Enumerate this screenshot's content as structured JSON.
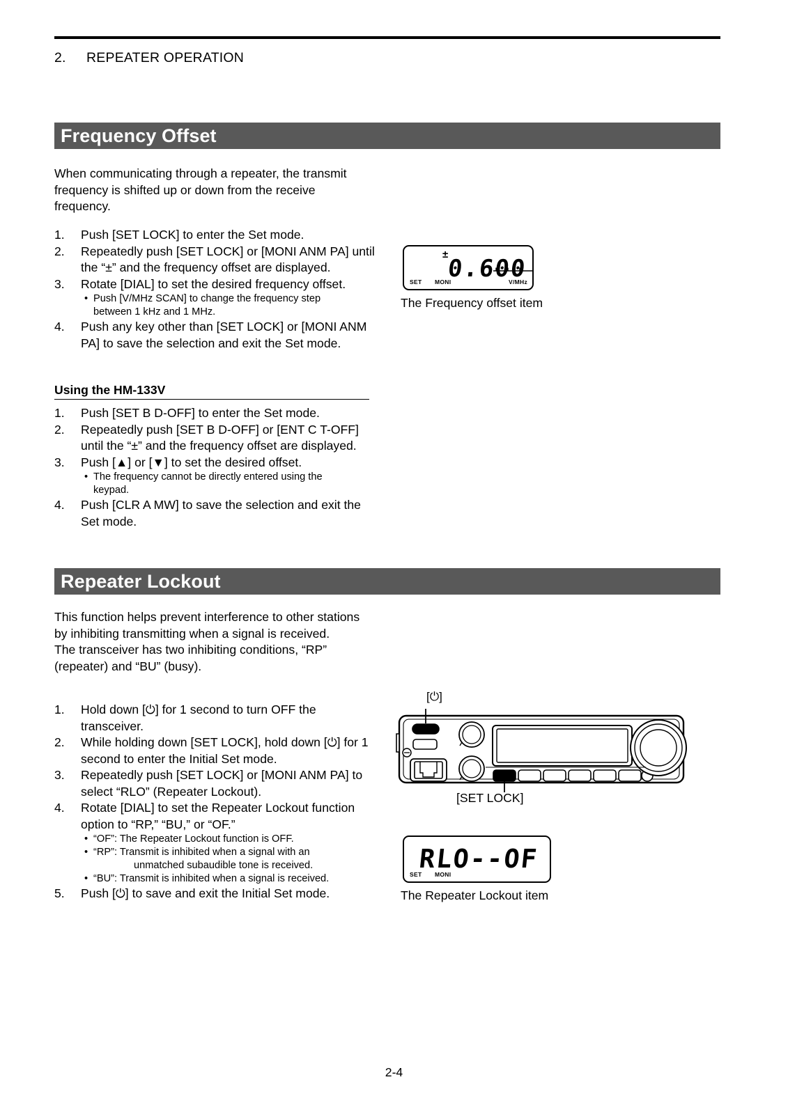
{
  "document": {
    "chapter_number": "2.",
    "chapter_title": "REPEATER OPERATION",
    "page_number": "2-4"
  },
  "sections": {
    "frequency_offset": {
      "banner_title": "Frequency Offset",
      "intro": "When communicating through a repeater, the transmit frequency is shifted up or down from the receive frequency.",
      "steps": [
        {
          "num": "1.",
          "text": "Push [SET LOCK] to enter the Set mode."
        },
        {
          "num": "2.",
          "text": "Repeatedly push [SET LOCK] or [MONI ANM PA] until the “±” and the frequency offset are displayed."
        },
        {
          "num": "3.",
          "text": "Rotate [DIAL] to set the desired frequency offset."
        },
        {
          "num": "4.",
          "text": "Push any key other than [SET LOCK] or [MONI ANM PA] to save the selection and exit the Set mode."
        }
      ],
      "step3_note_line1": "Push [V/MHz SCAN] to change the frequency step",
      "step3_note_line2": "between 1 kHz and 1 MHz.",
      "subsection": {
        "heading": "Using the HM-133V",
        "steps": [
          {
            "num": "1.",
            "text": "Push [SET B D-OFF] to enter the Set mode."
          },
          {
            "num": "2.",
            "text": "Repeatedly push [SET B D-OFF] or [ENT C T-OFF] until the “±” and the frequency offset are displayed."
          },
          {
            "num": "3.",
            "text": "Push [▲] or [▼] to set the desired offset."
          },
          {
            "num": "4.",
            "text": "Push [CLR A MW] to save the selection and exit the Set mode."
          }
        ],
        "step3_note_line1": "The frequency cannot be directly entered using the",
        "step3_note_line2": "keypad."
      },
      "figure": {
        "caption": "The Frequency offset item",
        "lcd_value": "0.600",
        "lcd_plusminus": "±",
        "lcd_label_set": "SET",
        "lcd_label_moni": "MONI",
        "lcd_label_vmhz": "V/MHz"
      }
    },
    "repeater_lockout": {
      "banner_title": "Repeater Lockout",
      "intro_p1": "This function helps prevent interference to other stations by inhibiting transmitting when a signal is received.",
      "intro_p2": "The transceiver has two inhibiting conditions, “RP” (repeater) and “BU” (busy).",
      "steps": [
        {
          "num": "1.",
          "text": "Hold down [⏻] for 1 second to turn OFF the transceiver."
        },
        {
          "num": "2.",
          "text": "While holding down [SET LOCK], hold down [⏻] for 1 second to enter the Initial Set mode."
        },
        {
          "num": "3.",
          "text": "Repeatedly push [SET LOCK] or [MONI ANM PA] to select “RLO” (Repeater Lockout)."
        },
        {
          "num": "4.",
          "text": "Rotate [DIAL] to set the Repeater Lockout function option to “RP,” “BU,” or “OF.”"
        },
        {
          "num": "5.",
          "text": "Push [⏻] to save and exit the Initial Set mode."
        }
      ],
      "step4_notes": [
        "“OF”: The Repeater Lockout function is OFF.",
        "“RP”: Transmit is inhibited when a signal with an",
        "unmatched subaudible tone is received.",
        "“BU”: Transmit is inhibited when a signal is received."
      ],
      "figure_transceiver": {
        "power_key_label": "[⏻]",
        "set_lock_key_label": "[SET LOCK]"
      },
      "figure_lcd": {
        "caption": "The Repeater Lockout item",
        "lcd_value": "RLO--OF",
        "lcd_label_set": "SET",
        "lcd_label_moni": "MONI"
      }
    }
  },
  "colors": {
    "banner_background": "#595959",
    "banner_text": "#ffffff",
    "body_text": "#000000",
    "page_background": "#ffffff"
  }
}
